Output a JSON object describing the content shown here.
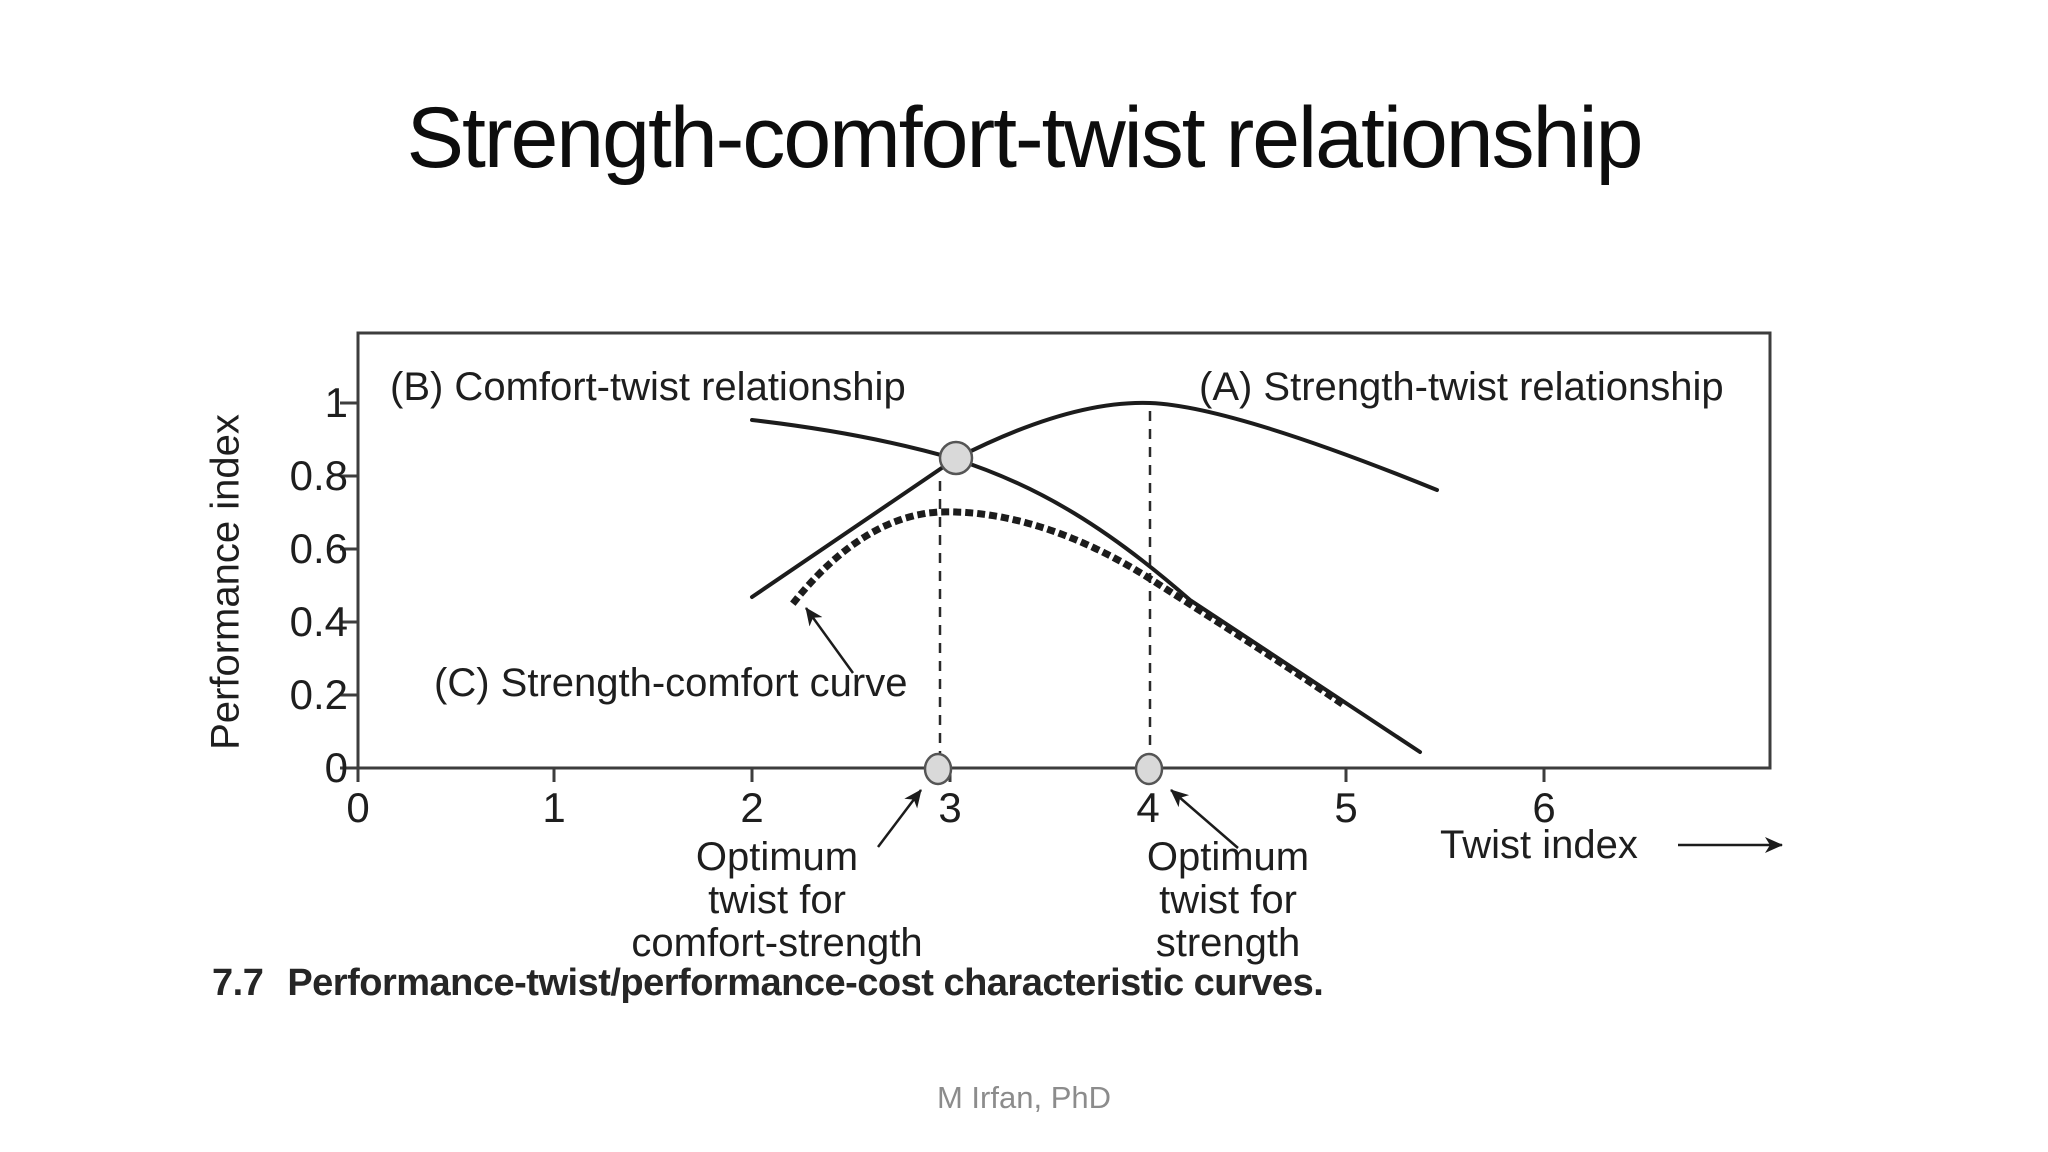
{
  "slide": {
    "title": "Strength-comfort-twist relationship",
    "footer": "M Irfan, PhD"
  },
  "figure": {
    "caption_number": "7.7",
    "caption_text": "Performance-twist/performance-cost characteristic curves.",
    "labels": {
      "curve_a": "(A) Strength-twist relationship",
      "curve_b": "(B) Comfort-twist relationship",
      "curve_c": "(C) Strength-comfort curve",
      "x_axis": "Twist index",
      "y_axis": "Performance index",
      "optimum_comfort_strength": [
        "Optimum",
        "twist for",
        "comfort-strength"
      ],
      "optimum_strength": [
        "Optimum",
        "twist for",
        "strength"
      ]
    },
    "x_ticks": [
      "0",
      "1",
      "2",
      "3",
      "4",
      "5",
      "6"
    ],
    "y_ticks": [
      "1",
      "0.8",
      "0.6",
      "0.4",
      "0.2",
      "0"
    ]
  },
  "colors": {
    "curve": "#1c1c1c",
    "frame": "#3d3d3d",
    "marker_fill": "#d9d9d9",
    "marker_stroke": "#555555",
    "footer_text": "#8c8c8c"
  },
  "chart_data": {
    "type": "line",
    "title": "",
    "xlabel": "Twist index",
    "ylabel": "Performance index",
    "xlim": [
      0,
      7.1
    ],
    "ylim": [
      0,
      1.2
    ],
    "x_ticks": [
      0,
      1,
      2,
      3,
      4,
      5,
      6
    ],
    "y_ticks": [
      0,
      0.2,
      0.4,
      0.6,
      0.8,
      1
    ],
    "grid": false,
    "legend_position": "labels-inside-plot",
    "series": [
      {
        "name": "(A) Strength-twist relationship",
        "style": "solid",
        "points": [
          [
            2.0,
            0.47
          ],
          [
            2.5,
            0.66
          ],
          [
            3.0,
            0.85
          ],
          [
            3.5,
            0.96
          ],
          [
            4.0,
            1.0
          ],
          [
            4.5,
            0.93
          ],
          [
            5.0,
            0.84
          ],
          [
            5.4,
            0.76
          ]
        ]
      },
      {
        "name": "(B) Comfort-twist relationship",
        "style": "solid",
        "points": [
          [
            2.0,
            0.95
          ],
          [
            2.5,
            0.9
          ],
          [
            3.0,
            0.85
          ],
          [
            3.5,
            0.72
          ],
          [
            4.0,
            0.56
          ],
          [
            4.5,
            0.37
          ],
          [
            5.0,
            0.15
          ],
          [
            5.35,
            0.04
          ]
        ]
      },
      {
        "name": "(C) Strength-comfort curve",
        "style": "dotted",
        "points": [
          [
            2.2,
            0.46
          ],
          [
            2.5,
            0.61
          ],
          [
            3.0,
            0.7
          ],
          [
            3.5,
            0.62
          ],
          [
            4.0,
            0.52
          ],
          [
            4.5,
            0.33
          ],
          [
            4.95,
            0.16
          ]
        ]
      }
    ],
    "markers": [
      {
        "label": "intersection of curves A and B",
        "x": 3.0,
        "y": 0.85
      },
      {
        "label": "optimum twist for comfort-strength",
        "x": 3.0,
        "y": 0
      },
      {
        "label": "optimum twist for strength",
        "x": 4.0,
        "y": 0
      }
    ],
    "annotations": [
      {
        "text": "Optimum twist for comfort-strength",
        "points_to": [
          3.0,
          0
        ]
      },
      {
        "text": "Optimum twist for strength",
        "points_to": [
          4.0,
          0
        ]
      },
      {
        "text": "(C) Strength-comfort curve",
        "points_to": [
          2.2,
          0.46
        ]
      }
    ]
  }
}
